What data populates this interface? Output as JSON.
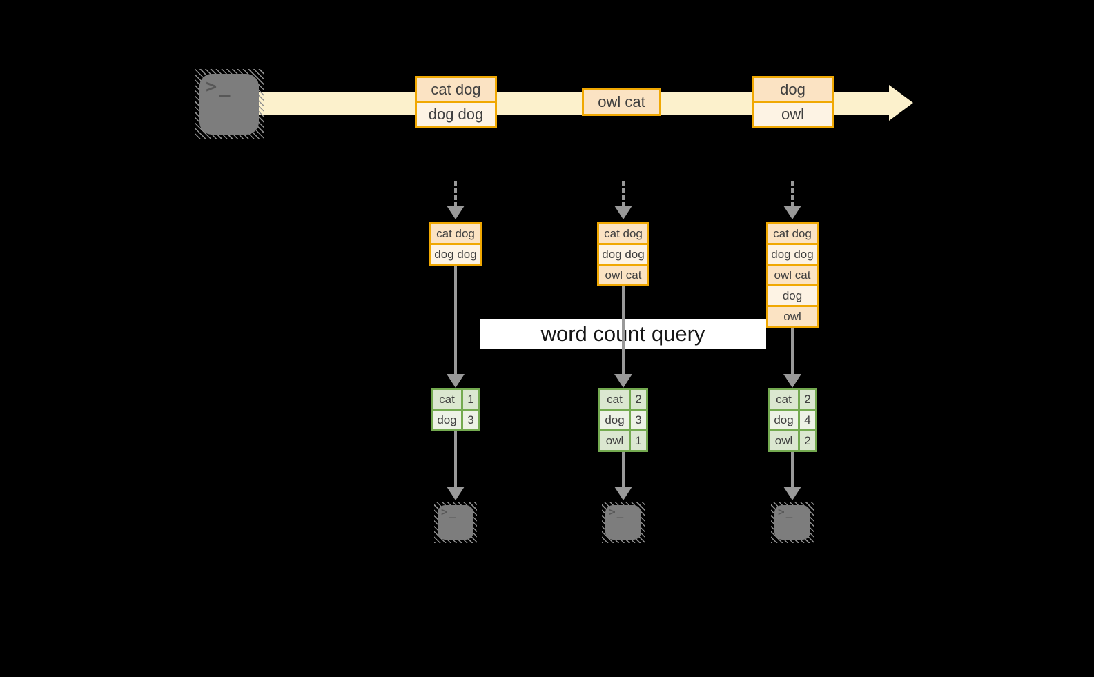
{
  "banner": {
    "label": "word count query"
  },
  "icons": {
    "terminal_glyph": ">_"
  },
  "colors": {
    "background": "#000000",
    "stream_band": "#FCF1CC",
    "message_border": "#F0A802",
    "message_fill_dark": "#FBE3C3",
    "message_fill_light": "#FDF3E4",
    "table_border": "#74AA50",
    "table_fill_dark": "#DBE7D0",
    "table_fill_light": "#EDF2E6",
    "arrow_gray": "#999999",
    "banner_bg": "#FFFFFF",
    "terminal_gray": "#7D7D7D"
  },
  "stream_messages": [
    {
      "cells": [
        "cat dog",
        "dog dog"
      ]
    },
    {
      "cells": [
        "owl cat"
      ]
    },
    {
      "cells": [
        "dog",
        "owl"
      ]
    }
  ],
  "partitions": [
    {
      "queue": [
        "cat dog",
        "dog dog"
      ],
      "counts": [
        {
          "word": "cat",
          "count": "1"
        },
        {
          "word": "dog",
          "count": "3"
        }
      ]
    },
    {
      "queue": [
        "cat dog",
        "dog dog",
        "owl cat"
      ],
      "counts": [
        {
          "word": "cat",
          "count": "2"
        },
        {
          "word": "dog",
          "count": "3"
        },
        {
          "word": "owl",
          "count": "1"
        }
      ]
    },
    {
      "queue": [
        "cat dog",
        "dog dog",
        "owl cat",
        "dog",
        "owl"
      ],
      "counts": [
        {
          "word": "cat",
          "count": "2"
        },
        {
          "word": "dog",
          "count": "4"
        },
        {
          "word": "owl",
          "count": "2"
        }
      ]
    }
  ]
}
